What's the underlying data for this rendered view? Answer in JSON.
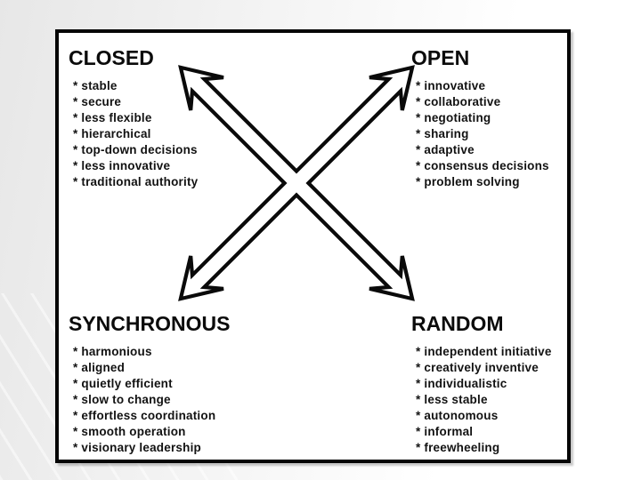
{
  "diagram": {
    "icon": "crossed-double-arrows-icon",
    "colors": {
      "border": "#050505",
      "board_bg": "#ffffff",
      "page_bg_left": "#e7e7e7",
      "page_bg_right": "#ffffff",
      "text": "#0b0b0b",
      "arrow_fill": "#ffffff",
      "arrow_stroke": "#0a0a0a"
    },
    "quadrants": [
      {
        "id": "closed",
        "title": "CLOSED",
        "items": [
          "stable",
          "secure",
          "less flexible",
          "hierarchical",
          "top-down decisions",
          "less innovative",
          "traditional authority"
        ]
      },
      {
        "id": "open",
        "title": "OPEN",
        "items": [
          "innovative",
          "collaborative",
          "negotiating",
          "sharing",
          "adaptive",
          "consensus decisions",
          "problem solving"
        ]
      },
      {
        "id": "synchronous",
        "title": "SYNCHRONOUS",
        "items": [
          "harmonious",
          "aligned",
          "quietly efficient",
          "slow to change",
          "effortless coordination",
          "smooth operation",
          "visionary leadership"
        ]
      },
      {
        "id": "random",
        "title": "RANDOM",
        "items": [
          "independent initiative",
          "creatively inventive",
          "individualistic",
          "less stable",
          "autonomous",
          "informal",
          "freewheeling"
        ]
      }
    ]
  }
}
